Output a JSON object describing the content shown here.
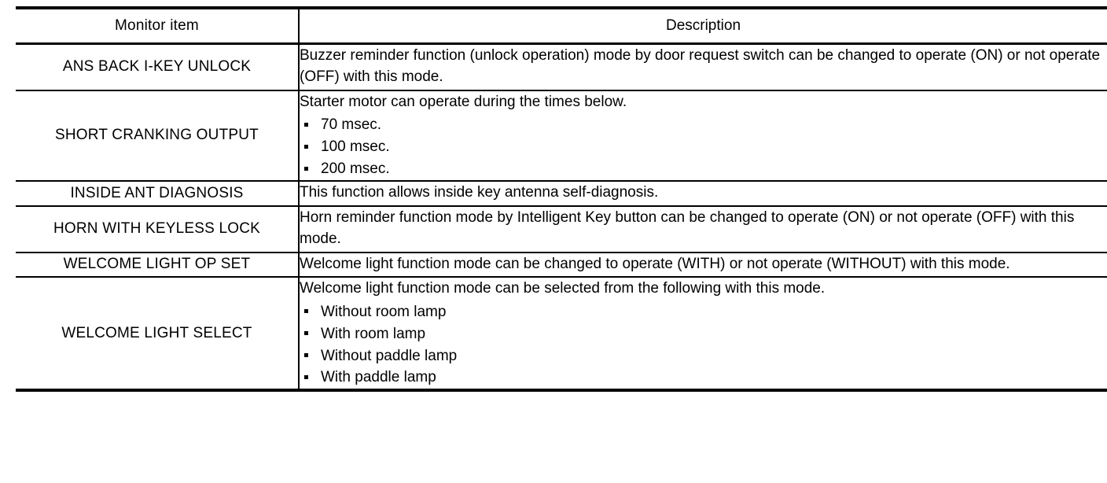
{
  "table": {
    "headers": {
      "monitor_item": "Monitor item",
      "description": "Description"
    },
    "rows": [
      {
        "monitor_item": "ANS BACK I-KEY UNLOCK",
        "description_lead": "Buzzer reminder function (unlock operation) mode by door request switch can be changed to operate (ON) or not operate (OFF) with this mode.",
        "description_items": []
      },
      {
        "monitor_item": "SHORT CRANKING OUTPUT",
        "description_lead": "Starter motor can operate during the times below.",
        "description_items": [
          "70 msec.",
          "100 msec.",
          "200 msec."
        ]
      },
      {
        "monitor_item": "INSIDE ANT DIAGNOSIS",
        "description_lead": "This function allows inside key antenna self-diagnosis.",
        "description_items": []
      },
      {
        "monitor_item": "HORN WITH KEYLESS LOCK",
        "description_lead": "Horn reminder function mode by Intelligent Key button can be changed to operate (ON) or not operate (OFF) with this mode.",
        "description_items": []
      },
      {
        "monitor_item": "WELCOME LIGHT OP SET",
        "description_lead": "Welcome light function mode can be changed to operate (WITH) or not operate (WITHOUT) with this mode.",
        "description_items": []
      },
      {
        "monitor_item": "WELCOME LIGHT SELECT",
        "description_lead": "Welcome light function mode can be selected from the following with this mode.",
        "description_items": [
          "Without room lamp",
          "With room lamp",
          "Without paddle lamp",
          "With paddle lamp"
        ]
      }
    ]
  },
  "colors": {
    "text": "#000000",
    "background": "#ffffff",
    "rule": "#000000"
  }
}
